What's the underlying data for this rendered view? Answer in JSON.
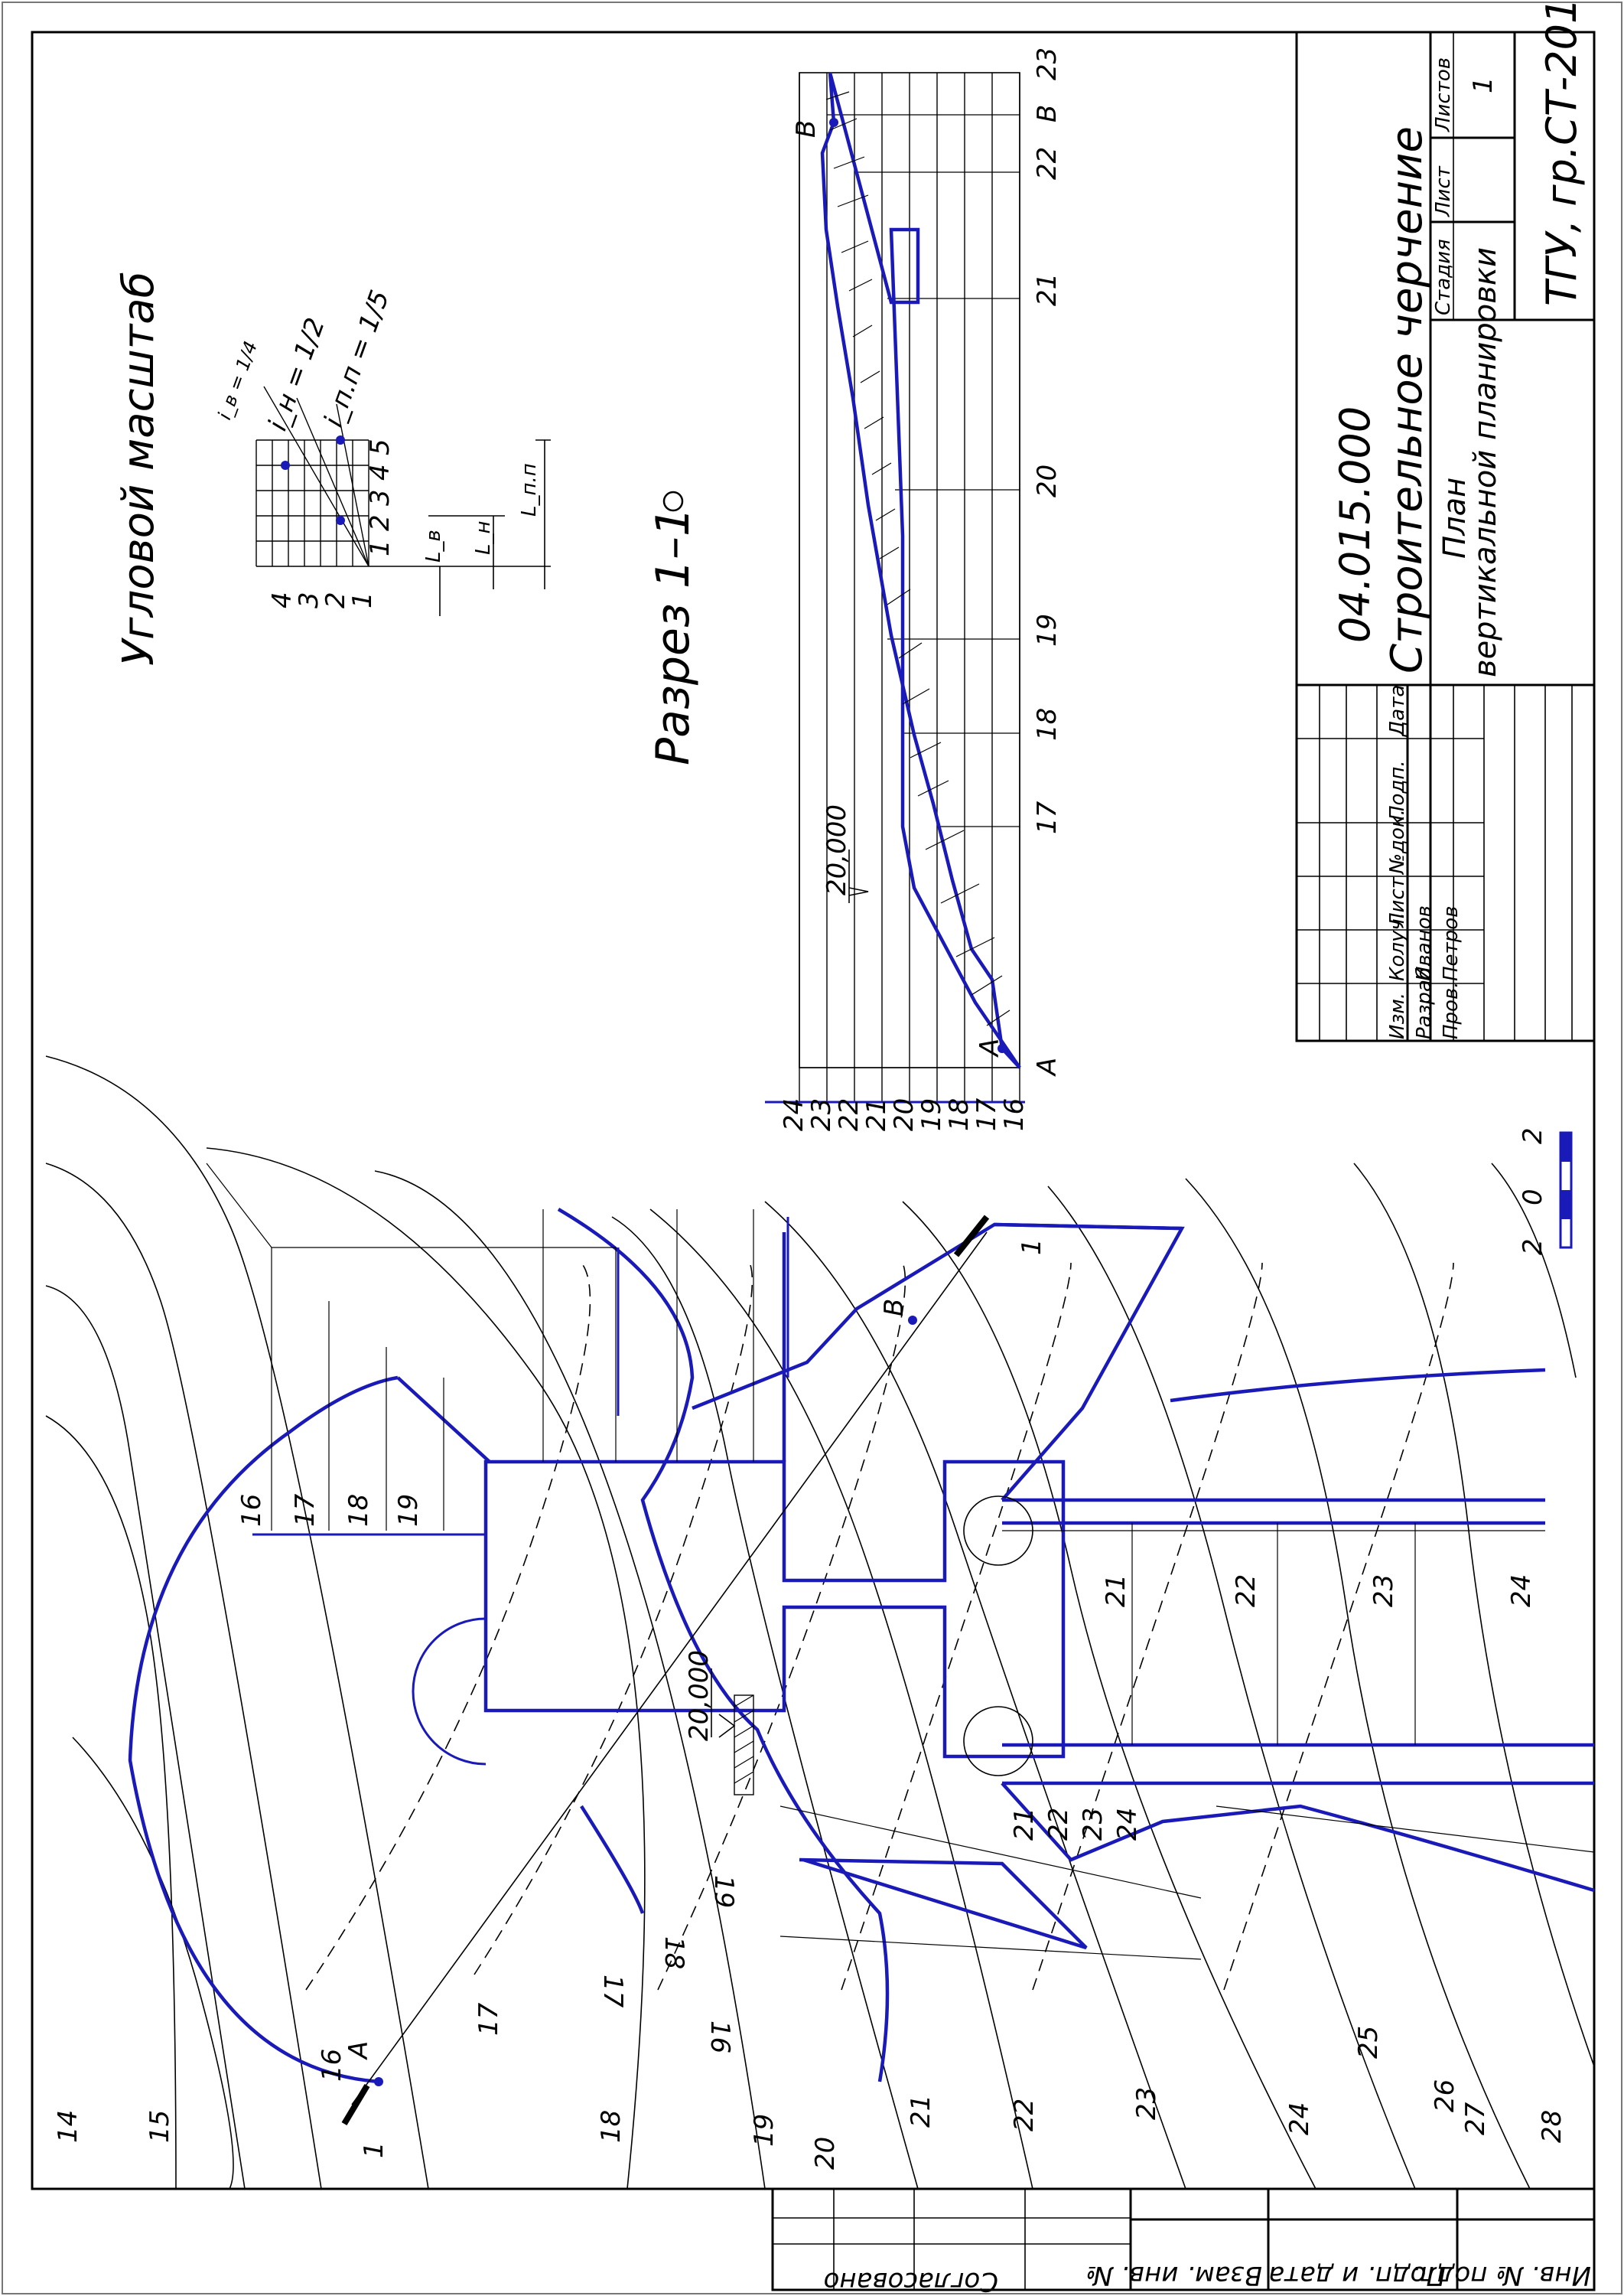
{
  "title_block": {
    "code": "04.015.000",
    "subject": "Строительное черчение",
    "drawing_title_1": "План",
    "drawing_title_2": "вертикальной планировки",
    "org": "ТГУ, гр.СТ-201",
    "stage_header": "Стадия",
    "sheet_header": "Лист",
    "sheets_header": "Листов",
    "sheets_value": "1",
    "columns": [
      "Изм.",
      "Колуч.",
      "Лист",
      "№док.",
      "Подп.",
      "Дата"
    ],
    "roles": [
      "Разраб.",
      "Пров."
    ],
    "names": [
      "Иванов",
      "Петров"
    ]
  },
  "margin_columns": [
    "Инв. № подл.",
    "Подп. и дата",
    "Взам. инв. №"
  ],
  "agreed_label": "Согласовано",
  "angular_scale": {
    "title": "Угловой масштаб",
    "labels": [
      "i_н = 1/2",
      "i_п.п = 1/5",
      "i_в = 1/4"
    ],
    "left_ticks": [
      "1",
      "2",
      "3",
      "4"
    ],
    "bottom_ticks": [
      "1",
      "2",
      "3",
      "4",
      "5"
    ],
    "dims": [
      "L_в",
      "L_н",
      "L_п.п"
    ]
  },
  "section": {
    "title": "Разрез 1–1",
    "level_mark": "20,000",
    "elev_ticks": [
      "16",
      "17",
      "18",
      "19",
      "20",
      "21",
      "22",
      "23",
      "24"
    ],
    "station_ticks": [
      "A",
      "17",
      "18",
      "19",
      "20",
      "21",
      "22",
      "B",
      "23"
    ],
    "point_labels": [
      "A",
      "B"
    ]
  },
  "plan": {
    "level_mark": "20,000",
    "cut_label": "1",
    "point_labels": [
      "A",
      "B"
    ],
    "contour_labels": [
      "14",
      "15",
      "16",
      "17",
      "18",
      "19",
      "20",
      "21",
      "22",
      "23",
      "24",
      "25",
      "26",
      "27",
      "28"
    ],
    "design_labels_top": [
      "16",
      "17",
      "18",
      "19"
    ],
    "design_labels_right": [
      "21",
      "22",
      "23",
      "24"
    ],
    "design_labels_mid": [
      "21",
      "22",
      "23",
      "24"
    ],
    "design_labels_bottom": [
      "19",
      "18",
      "17",
      "16"
    ],
    "scale_bar": [
      "2",
      "0",
      "2"
    ]
  }
}
